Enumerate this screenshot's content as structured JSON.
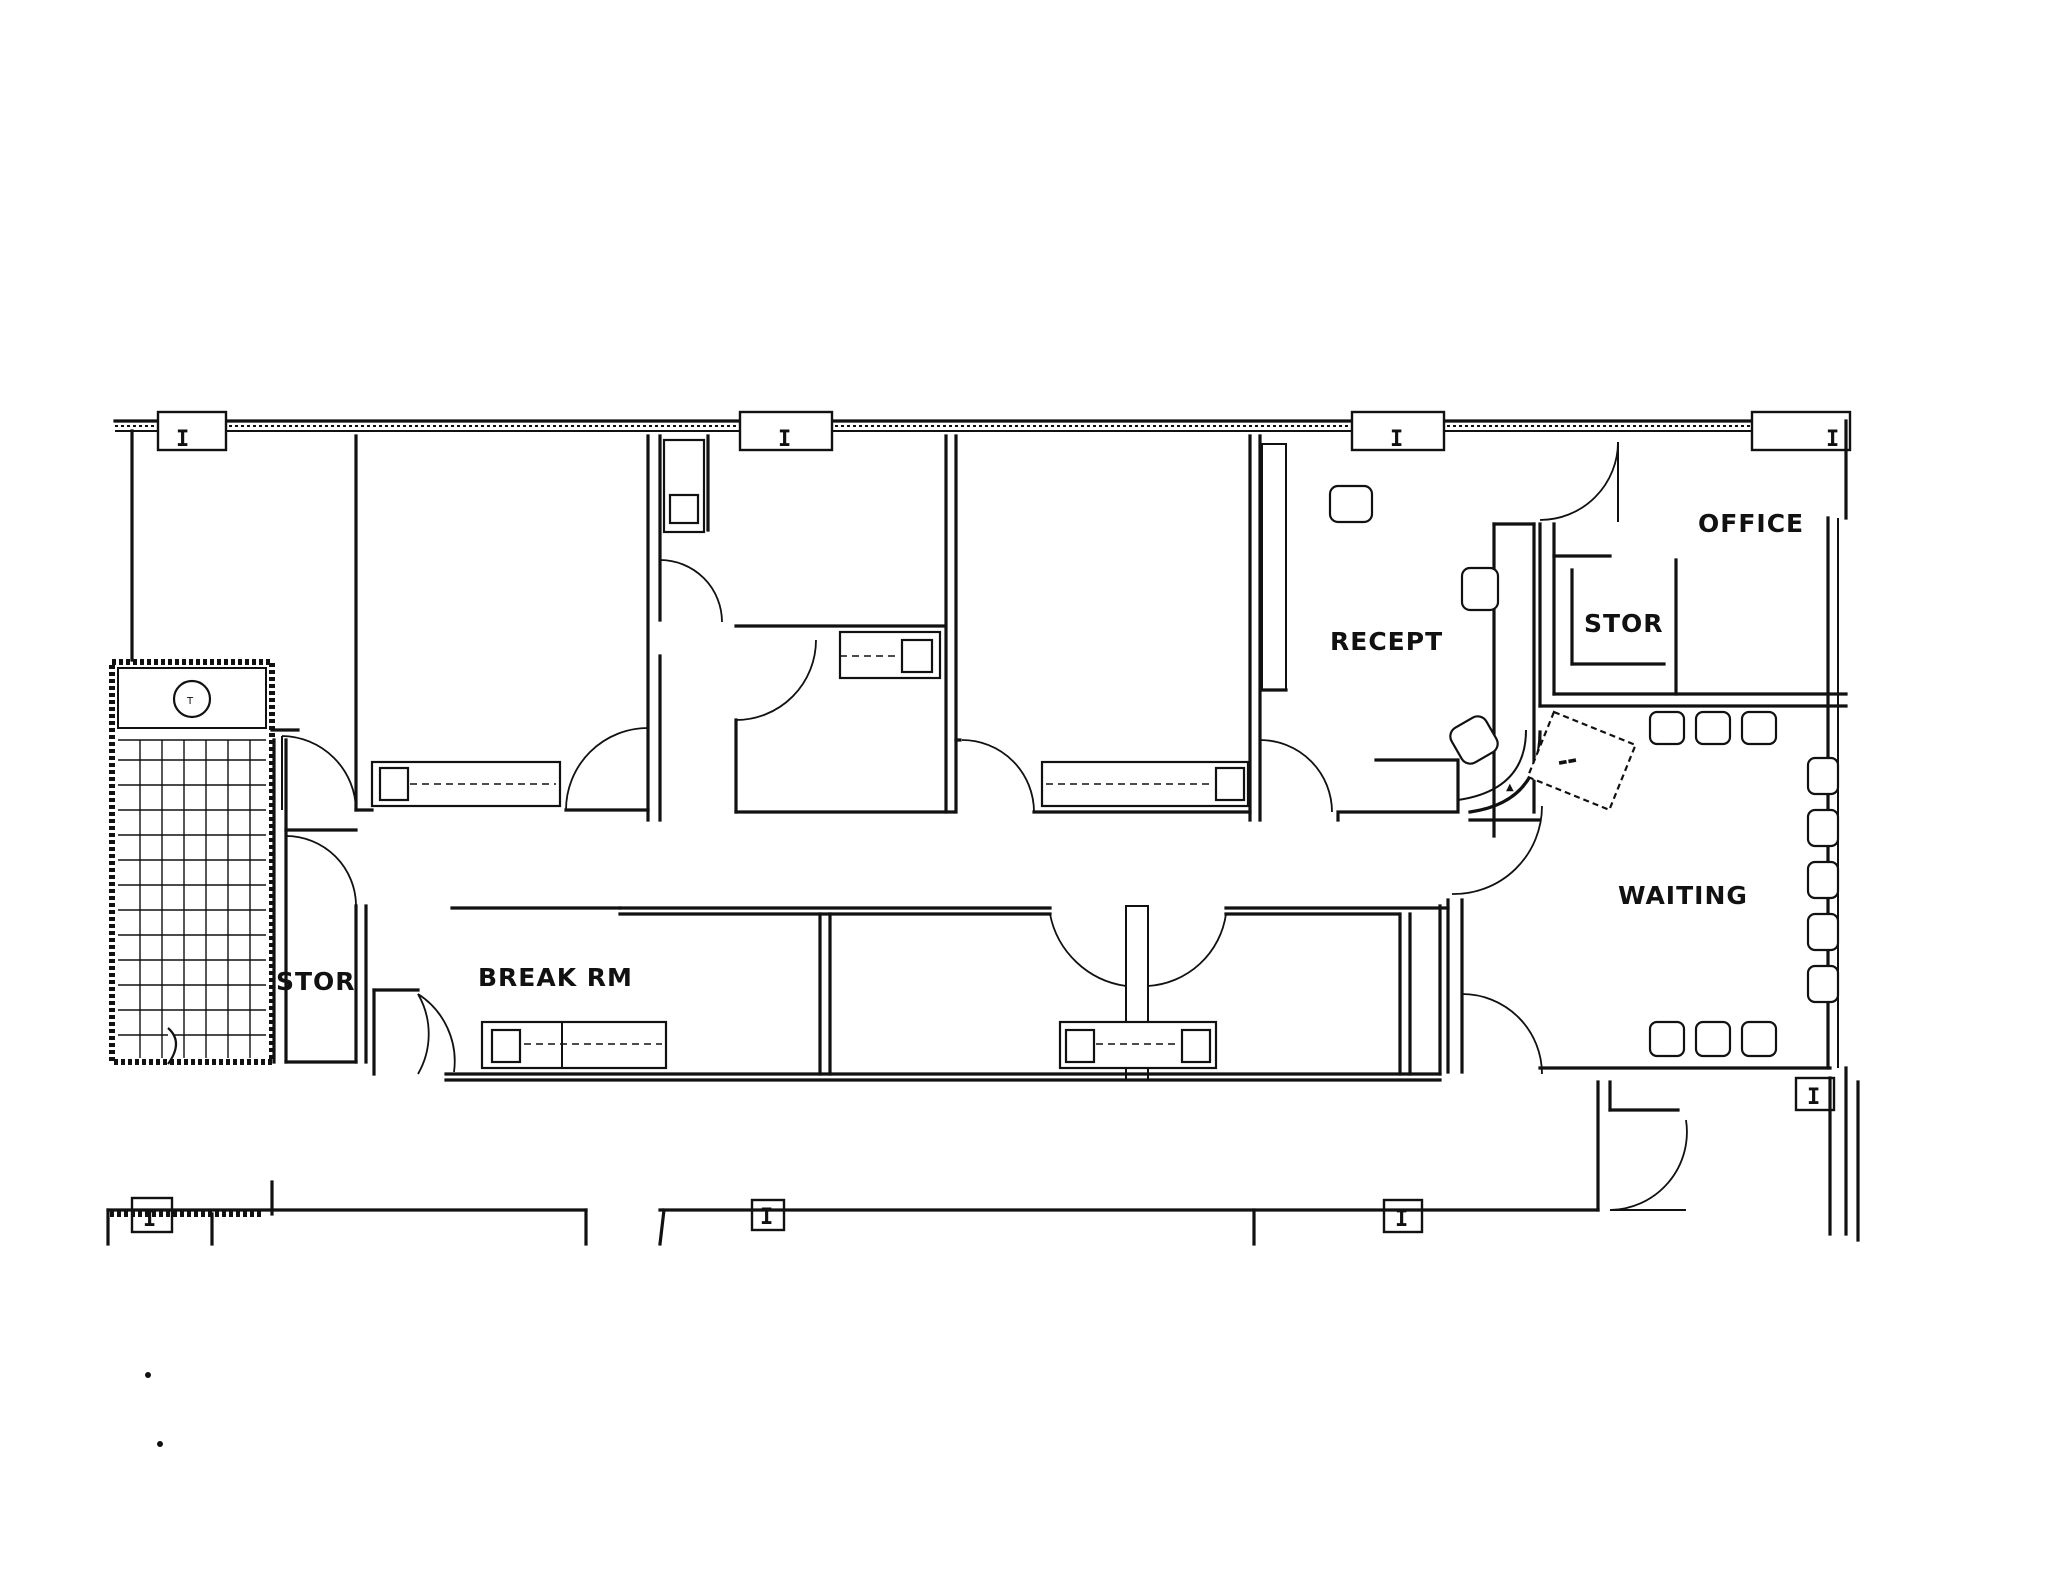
{
  "rooms": {
    "office": "OFFICE",
    "stor_east": "STOR",
    "recept": "RECEPT",
    "waiting": "WAITING",
    "break_rm": "BREAK RM",
    "stor_west": "STOR"
  },
  "column_glyph": "I"
}
